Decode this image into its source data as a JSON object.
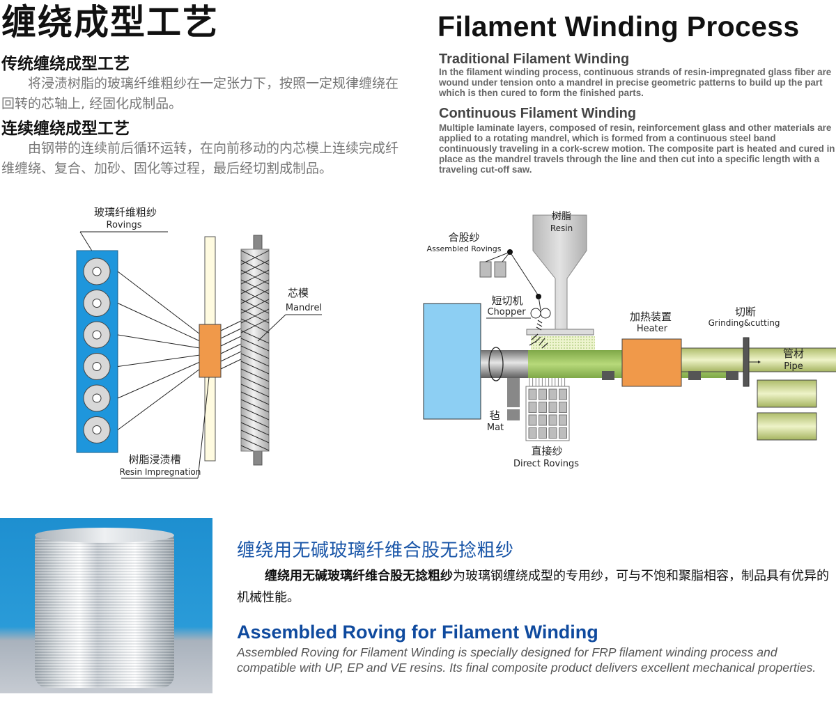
{
  "cn": {
    "title": "缠绕成型工艺",
    "traditional_heading": "传统缠绕成型工艺",
    "traditional_text": "将浸渍树脂的玻璃纤维粗纱在一定张力下，按照一定规律缠绕在回转的芯轴上, 经固化成制品。",
    "continuous_heading": "连续缠绕成型工艺",
    "continuous_text": "由钢带的连续前后循环运转，在向前移动的内芯模上连续完成纤维缠绕、复合、加砂、固化等过程，最后经切割成制品。"
  },
  "en": {
    "title": "Filament Winding Process",
    "traditional_heading": "Traditional Filament Winding",
    "traditional_text": "In the filament winding process, continuous strands of resin-impregnated glass fiber are wound under tension onto a mandrel in precise geometric patterns to build up the part which is then cured to form the finished parts.",
    "continuous_heading": "Continuous Filament Winding",
    "continuous_text": "Multiple laminate layers, composed of resin, reinforcement glass and other materials are applied to a rotating mandrel, which is formed from a continuous steel band continuously traveling in a cork-screw motion. The composite part is heated and cured in place as the mandrel travels through the line and then cut into a specific length with a traveling cut-off saw."
  },
  "diagram_traditional": {
    "rovings_cn": "玻璃纤维粗纱",
    "rovings_en": "Rovings",
    "mandrel_cn": "芯模",
    "mandrel_en": "Mandrel",
    "resin_cn": "树脂浸渍槽",
    "resin_en": "Resin Impregnation",
    "spool_count": 6,
    "colors": {
      "creel": "#1e96dc",
      "bath": "#f0994a",
      "guide": "#fffbe0",
      "mandrel": "#d4d4d4"
    }
  },
  "diagram_continuous": {
    "resin_cn": "树脂",
    "resin_en": "Resin",
    "assembled_cn": "合股纱",
    "assembled_en": "Assembled Rovings",
    "chopper_cn": "短切机",
    "chopper_en": "Chopper",
    "heater_cn": "加热装置",
    "heater_en": "Heater",
    "cutting_cn": "切断",
    "cutting_en": "Grinding&cutting",
    "pipe_cn": "管材",
    "pipe_en": "Pipe",
    "mat_cn": "毡",
    "mat_en": "Mat",
    "direct_cn": "直接纱",
    "direct_en": "Direct Rovings",
    "colors": {
      "machine": "#8dcff3",
      "pipe": "#a8cc6a",
      "heater": "#f0994a",
      "product": "#d4dfa4"
    }
  },
  "product": {
    "cn_heading": "缠绕用无碱玻璃纤维合股无捻粗纱",
    "cn_text_bold": "缠绕用无碱玻璃纤维合股无捻粗纱",
    "cn_text_rest": "为玻璃钢缠绕成型的专用纱，可与不饱和聚脂相容，制品具有优异的机械性能。",
    "en_heading": "Assembled Roving for Filament Winding",
    "en_text": "Assembled Roving for Filament Winding is specially designed for FRP filament winding process and compatible with UP, EP and VE resins. Its final composite product delivers excellent mechanical properties.",
    "colors": {
      "heading": "#1a56a8"
    }
  }
}
